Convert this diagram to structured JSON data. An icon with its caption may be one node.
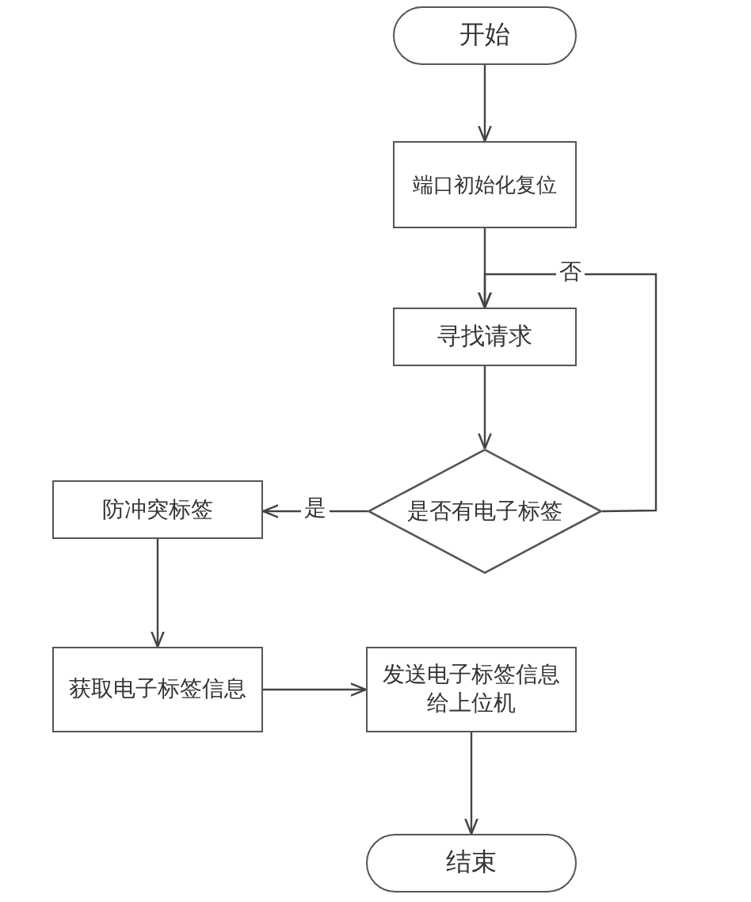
{
  "diagram": {
    "nodes": [
      {
        "text": [
          "开始"
        ]
      },
      {
        "text": [
          "端口初始化复位"
        ]
      },
      {
        "text": [
          "寻找请求"
        ]
      },
      {
        "text": [
          "是否有电子标签"
        ]
      },
      {
        "text": [
          "防冲突标签"
        ]
      },
      {
        "text": [
          "获取电子标签信息"
        ]
      },
      {
        "text": [
          "发送电子标签信息给上位机"
        ]
      },
      {
        "text": [
          "结束"
        ]
      }
    ],
    "edges": [
      {
        "from": 0,
        "to": 1,
        "arrow": "to"
      },
      {
        "from": 1,
        "to": 2,
        "arrow": "to"
      },
      {
        "from": 2,
        "to": 3,
        "arrow": "to"
      },
      {
        "from": 3,
        "to": 2,
        "arrow": "to",
        "label": "否"
      },
      {
        "from": 3,
        "to": 4,
        "arrow": "to",
        "label": "是"
      },
      {
        "from": 4,
        "to": 5,
        "arrow": "to"
      },
      {
        "from": 5,
        "to": 6,
        "arrow": "to"
      },
      {
        "from": 6,
        "to": 7,
        "arrow": "to"
      }
    ]
  }
}
